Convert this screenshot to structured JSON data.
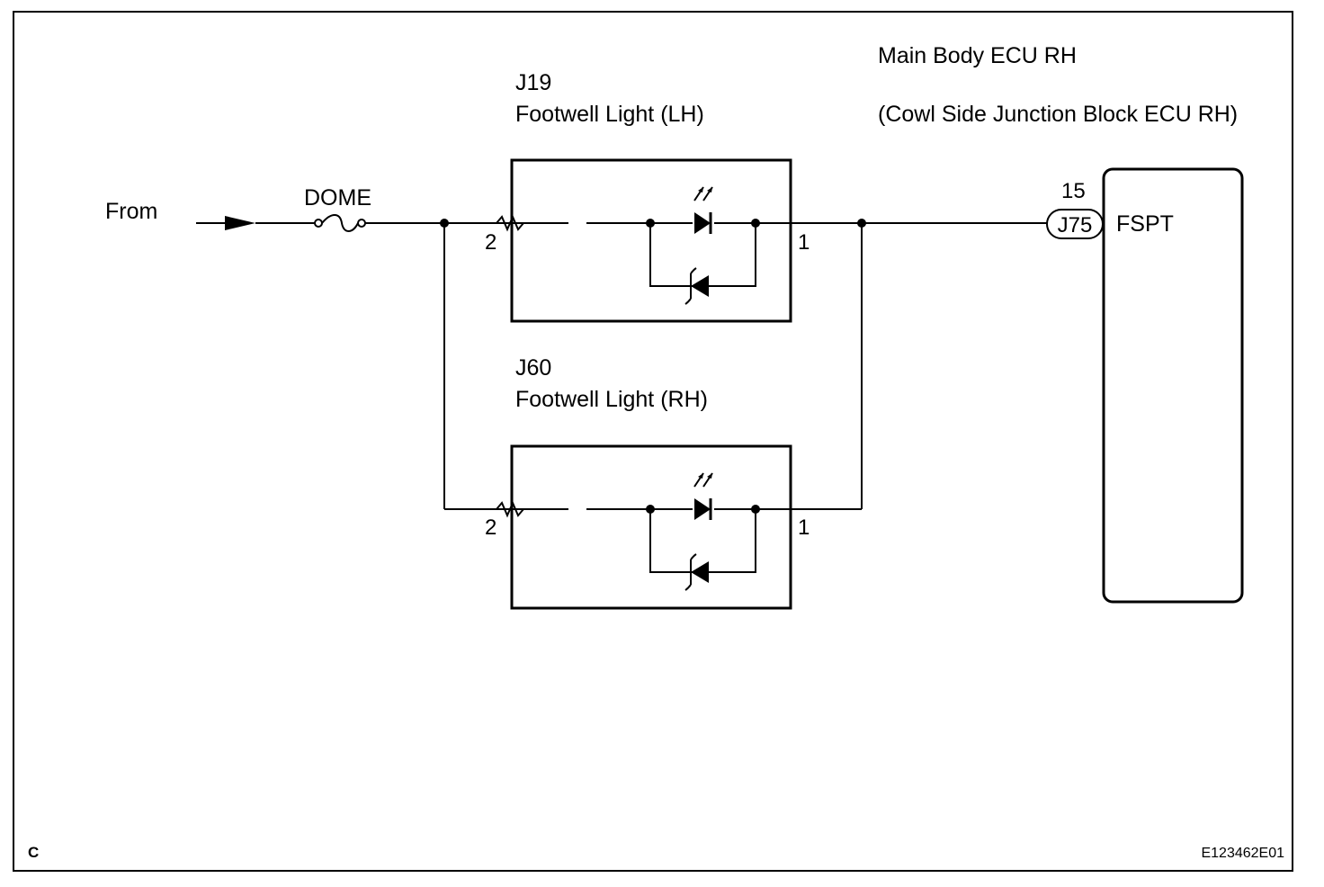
{
  "source": {
    "label": "From"
  },
  "fuse": {
    "label": "DOME"
  },
  "light_lh": {
    "connector": "J19",
    "name": "Footwell Light (LH)",
    "pin_in": "2",
    "pin_out": "1"
  },
  "light_rh": {
    "connector": "J60",
    "name": "Footwell Light (RH)",
    "pin_in": "2",
    "pin_out": "1"
  },
  "ecu": {
    "title": "Main Body ECU RH",
    "subtitle": "(Cowl Side Junction Block ECU RH)",
    "connector": "J75",
    "pin": "15",
    "terminal": "FSPT"
  },
  "footer": {
    "corner_mark": "C",
    "figure_id": "E123462E01"
  }
}
